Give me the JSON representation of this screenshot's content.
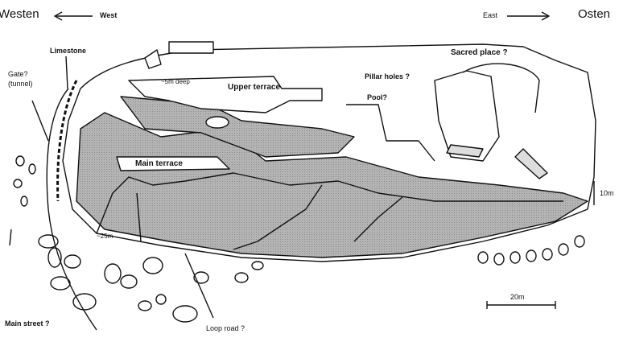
{
  "directions": {
    "west_de": "Westen",
    "west_en": "West",
    "east_en": "East",
    "east_de": "Osten"
  },
  "labels": {
    "limestone": "Limestone",
    "gate_line1": "Gate?",
    "gate_line2": "(tunnel)",
    "depth_upper": "~5m deep",
    "upper_terrace": "Upper terrace",
    "pillar_holes": "Pillar holes ?",
    "sacred_place": "Sacred place ?",
    "pool": "Pool?",
    "main_terrace": "Main terrace",
    "height_scale": "10m",
    "depth_lower": "~25m",
    "scale_bar": "20m",
    "main_street": "Main street ?",
    "loop_road": "Loop road ?"
  },
  "colors": {
    "line": "#111111",
    "shade": "#a9a9a9",
    "paper": "#ffffff"
  }
}
